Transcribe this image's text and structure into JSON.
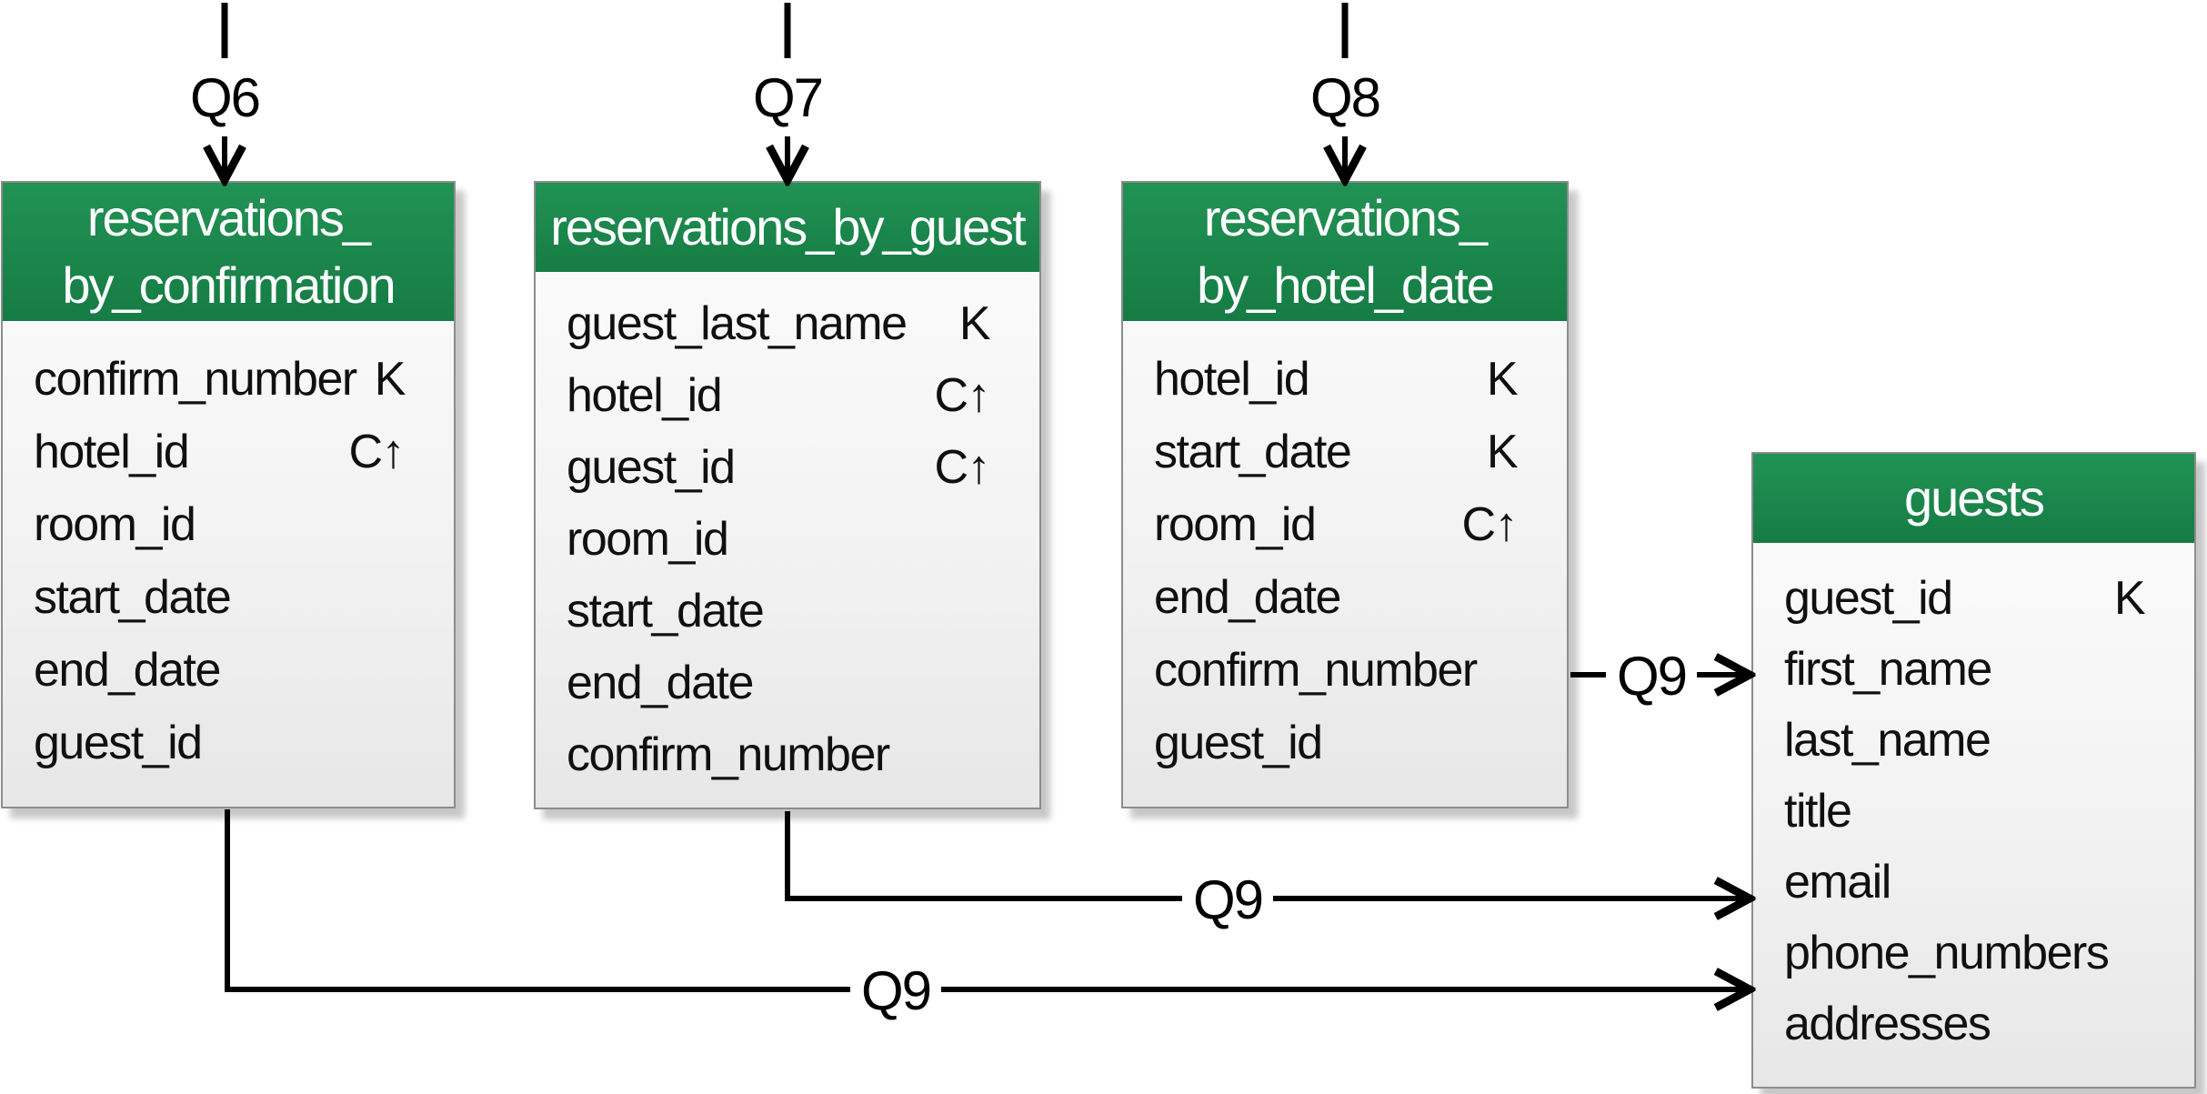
{
  "colors": {
    "header_green_top": "#229254",
    "header_green_bottom": "#157c44",
    "table_border": "#8c8c8c",
    "connector_line": "#000000",
    "background": "#ffffff"
  },
  "queries": {
    "q6": {
      "label": "Q6"
    },
    "q7": {
      "label": "Q7"
    },
    "q8": {
      "label": "Q8"
    },
    "q9_from_hotel_date": {
      "label": "Q9"
    },
    "q9_from_guest": {
      "label": "Q9"
    },
    "q9_from_confirmation": {
      "label": "Q9"
    }
  },
  "tables": {
    "reservations_by_confirmation": {
      "title_line1": "reservations_",
      "title_line2": "by_confirmation",
      "fields": [
        {
          "name": "confirm_number",
          "key": "K"
        },
        {
          "name": "hotel_id",
          "key": "C↑"
        },
        {
          "name": "room_id",
          "key": ""
        },
        {
          "name": "start_date",
          "key": ""
        },
        {
          "name": "end_date",
          "key": ""
        },
        {
          "name": "guest_id",
          "key": ""
        }
      ]
    },
    "reservations_by_guest": {
      "title": "reservations_by_guest",
      "fields": [
        {
          "name": "guest_last_name",
          "key": "K"
        },
        {
          "name": "hotel_id",
          "key": "C↑"
        },
        {
          "name": "guest_id",
          "key": "C↑"
        },
        {
          "name": "room_id",
          "key": ""
        },
        {
          "name": "start_date",
          "key": ""
        },
        {
          "name": "end_date",
          "key": ""
        },
        {
          "name": "confirm_number",
          "key": ""
        }
      ]
    },
    "reservations_by_hotel_date": {
      "title_line1": "reservations_",
      "title_line2": "by_hotel_date",
      "fields": [
        {
          "name": "hotel_id",
          "key": "K"
        },
        {
          "name": "start_date",
          "key": "K"
        },
        {
          "name": "room_id",
          "key": "C↑"
        },
        {
          "name": "end_date",
          "key": ""
        },
        {
          "name": "confirm_number",
          "key": ""
        },
        {
          "name": "guest_id",
          "key": ""
        }
      ]
    },
    "guests": {
      "title": "guests",
      "fields": [
        {
          "name": "guest_id",
          "key": "K"
        },
        {
          "name": "first_name",
          "key": ""
        },
        {
          "name": "last_name",
          "key": ""
        },
        {
          "name": "title",
          "key": ""
        },
        {
          "name": "email",
          "key": ""
        },
        {
          "name": "phone_numbers",
          "key": ""
        },
        {
          "name": "addresses",
          "key": ""
        }
      ]
    }
  }
}
